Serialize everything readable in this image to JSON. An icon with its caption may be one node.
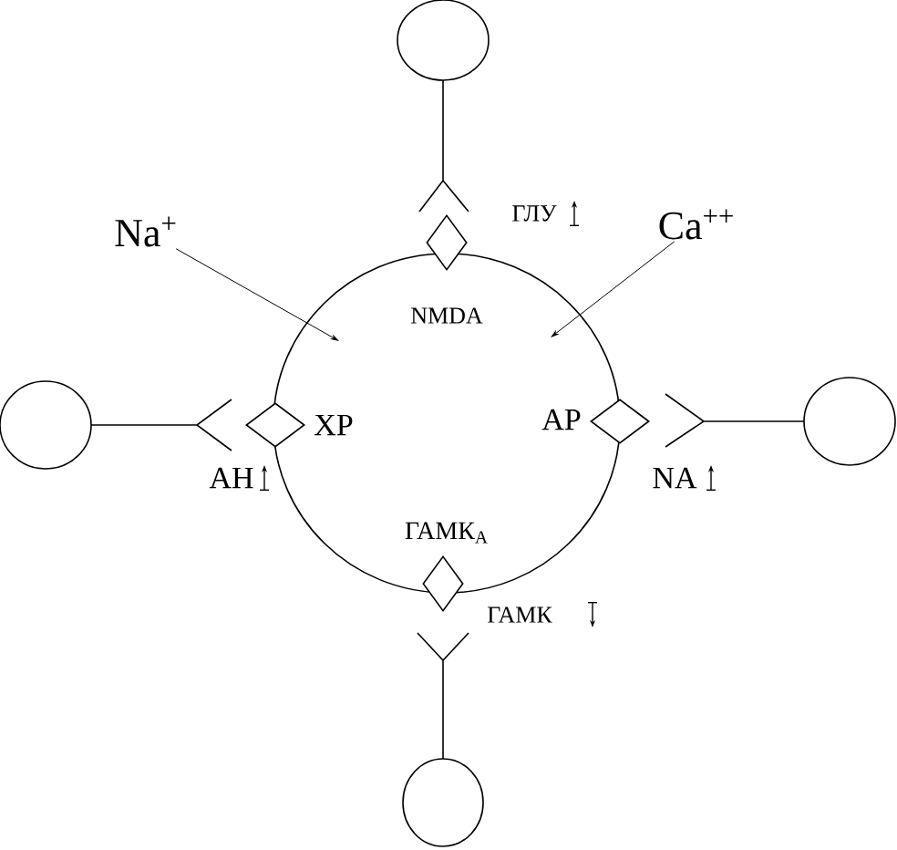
{
  "diagram": {
    "nodes": [
      {
        "text": [],
        "shape": "circle"
      },
      {
        "text": [
          "Na$^{+}$"
        ]
      },
      {
        "text": [
          "Ca$^{++}$"
        ]
      },
      {
        "text": [],
        "shape": "circle"
      },
      {
        "text": [],
        "shape": "diamond"
      },
      {
        "text": [],
        "shape": "circle"
      },
      {
        "text": [],
        "shape": "diamond",
        "beside": [
          "ХР"
        ]
      },
      {
        "text": [],
        "shape": "diamond",
        "beside": [
          "АР"
        ]
      },
      {
        "text": [],
        "shape": "circle"
      },
      {
        "text": [],
        "shape": "diamond",
        "beside": [
          "ГАМК$_{А}$"
        ]
      },
      {
        "text": [],
        "shape": "circle"
      }
    ],
    "edges": [
      {
        "from": 1,
        "to": 3,
        "arrow": "to"
      },
      {
        "from": 2,
        "to": 3,
        "arrow": "to"
      }
    ],
    "labels": [
      "ГЛУ",
      "NMDA",
      "АН",
      "NA",
      "ГАМК"
    ]
  }
}
